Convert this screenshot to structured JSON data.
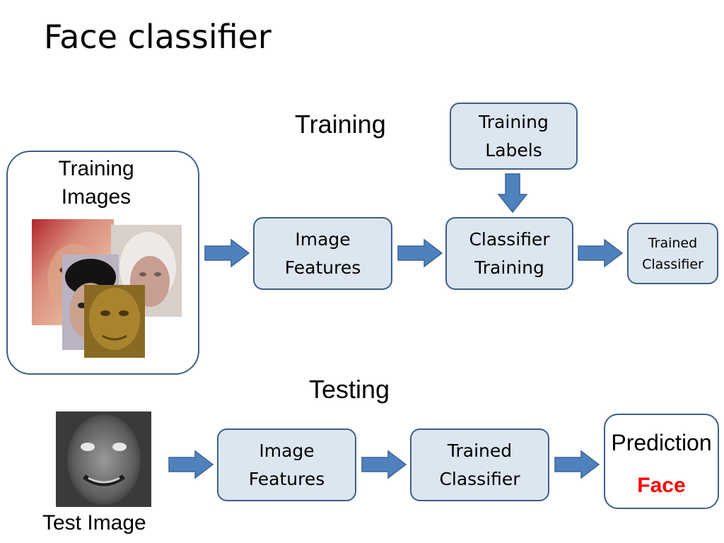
{
  "title": "Face classifier",
  "training": {
    "section_label": "Training",
    "images_label_line1": "Training",
    "images_label_line2": "Images",
    "image_features_line1": "Image",
    "image_features_line2": "Features",
    "classifier_training_line1": "Classifier",
    "classifier_training_line2": "Training",
    "labels_line1": "Training",
    "labels_line2": "Labels",
    "trained_classifier_line1": "Trained",
    "trained_classifier_line2": "Classifier"
  },
  "testing": {
    "section_label": "Testing",
    "test_image_caption": "Test Image",
    "image_features_line1": "Image",
    "image_features_line2": "Features",
    "trained_classifier_line1": "Trained",
    "trained_classifier_line2": "Classifier",
    "prediction_label": "Prediction",
    "prediction_value": "Face"
  },
  "colors": {
    "box_fill": "#dce6f1",
    "box_border": "#3f5f86",
    "arrow_fill": "#4f81bd",
    "prediction_value": "#ff0000"
  }
}
